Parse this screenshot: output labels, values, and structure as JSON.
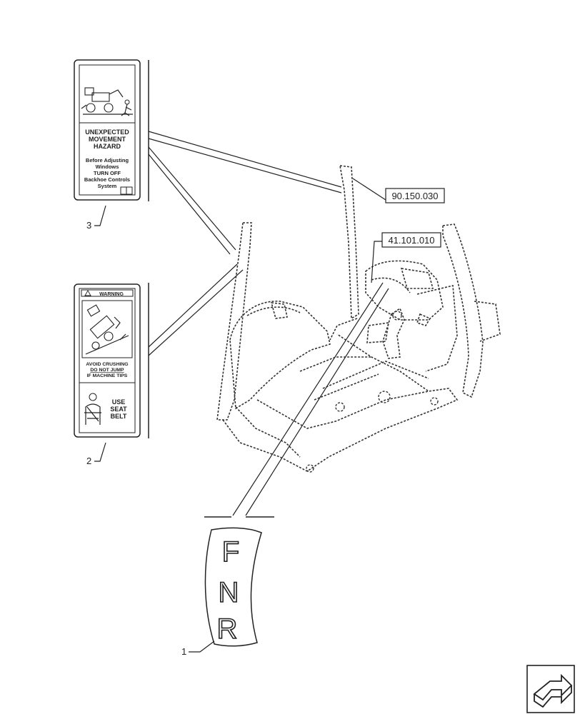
{
  "decal_3": {
    "callout": "3",
    "line1": "UNEXPECTED",
    "line2": "MOVEMENT",
    "line3": "HAZARD",
    "line4": "Before Adjusting",
    "line5": "Windows",
    "line6": "TURN OFF",
    "line7": "Backhoe Controls",
    "line8": "System"
  },
  "decal_2": {
    "callout": "2",
    "header": "WARNING",
    "line1": "AVOID CRUSHING",
    "line2": "DO NOT JUMP",
    "line3": "IF MACHINE TIPS",
    "seat1": "USE",
    "seat2": "SEAT",
    "seat3": "BELT"
  },
  "decal_1": {
    "callout": "1",
    "letter_f": "F",
    "letter_n": "N",
    "letter_r": "R"
  },
  "references": {
    "ref_a": "90.150.030",
    "ref_b": "41.101.010"
  },
  "icons": [
    "machine-hazard-icon",
    "tip-over-icon",
    "seatbelt-icon",
    "manual-book-icon",
    "next-page-arrow-icon"
  ]
}
